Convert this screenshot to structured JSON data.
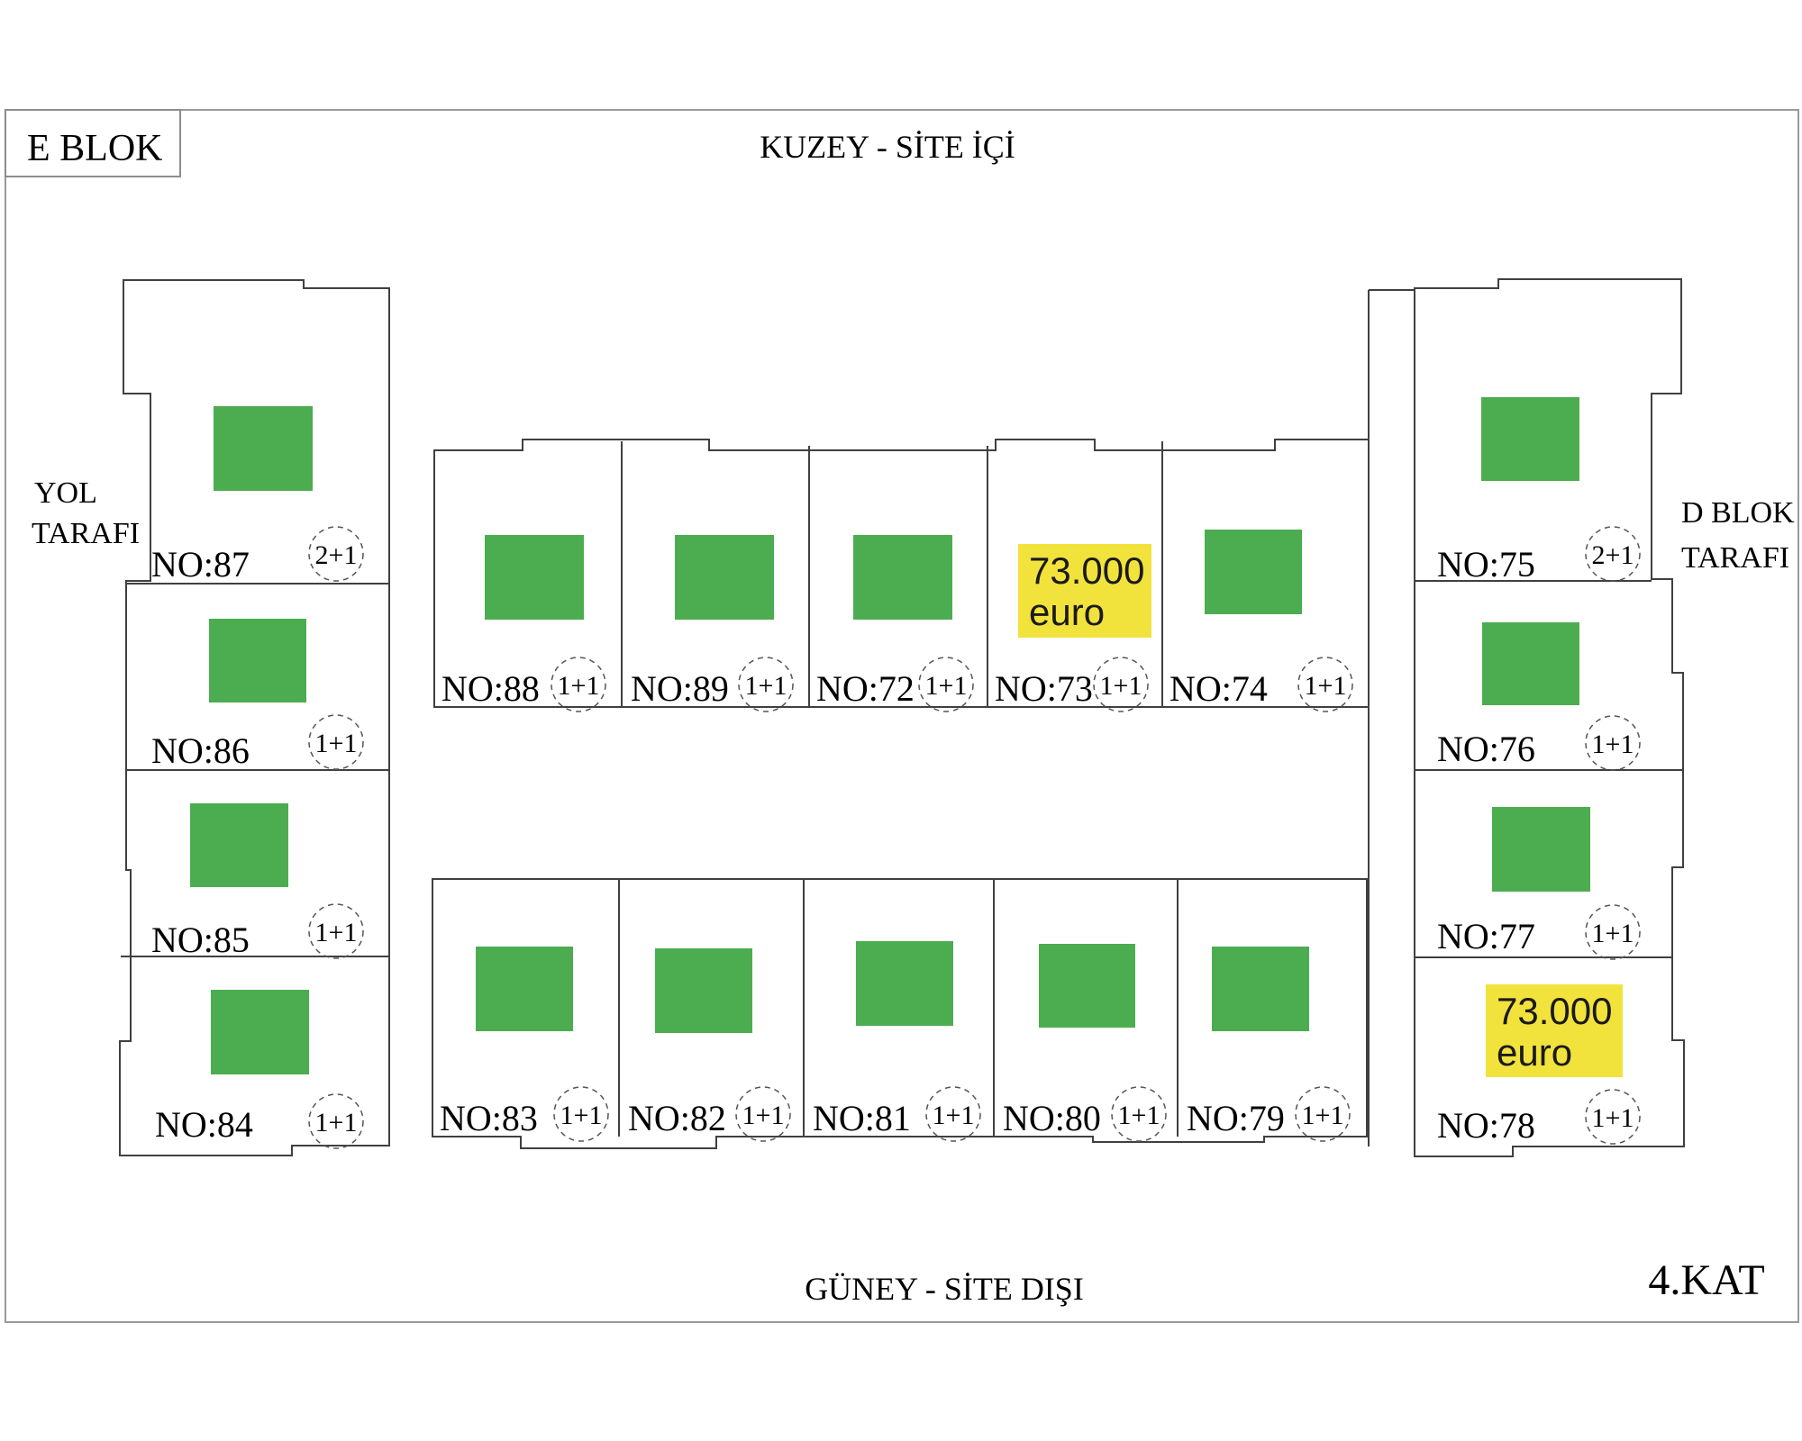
{
  "plan": {
    "block_title": "E BLOK",
    "floor_label": "4.KAT",
    "orientation": {
      "top": "KUZEY - SİTE İÇİ",
      "bottom": "GÜNEY - SİTE DIŞI",
      "left_line1": "YOL",
      "left_line2": "TARAFI",
      "right_line1": "D BLOK",
      "right_line2": "TARAFI"
    },
    "colors": {
      "available_green": "#4BAD4F",
      "price_yellow": "#F2E23C",
      "wall": "#404040",
      "outer_border": "#9A9A9A"
    }
  },
  "units": [
    {
      "label": "NO:87",
      "type": "2+1",
      "status": "available"
    },
    {
      "label": "NO:86",
      "type": "1+1",
      "status": "available"
    },
    {
      "label": "NO:85",
      "type": "1+1",
      "status": "available"
    },
    {
      "label": "NO:84",
      "type": "1+1",
      "status": "available"
    },
    {
      "label": "NO:88",
      "type": "1+1",
      "status": "available"
    },
    {
      "label": "NO:89",
      "type": "1+1",
      "status": "available"
    },
    {
      "label": "NO:72",
      "type": "1+1",
      "status": "available"
    },
    {
      "label": "NO:73",
      "type": "1+1",
      "status": "priced",
      "price_line1": "73.000",
      "price_line2": "euro"
    },
    {
      "label": "NO:74",
      "type": "1+1",
      "status": "available"
    },
    {
      "label": "NO:83",
      "type": "1+1",
      "status": "available"
    },
    {
      "label": "NO:82",
      "type": "1+1",
      "status": "available"
    },
    {
      "label": "NO:81",
      "type": "1+1",
      "status": "available"
    },
    {
      "label": "NO:80",
      "type": "1+1",
      "status": "available"
    },
    {
      "label": "NO:79",
      "type": "1+1",
      "status": "available"
    },
    {
      "label": "NO:75",
      "type": "2+1",
      "status": "available"
    },
    {
      "label": "NO:76",
      "type": "1+1",
      "status": "available"
    },
    {
      "label": "NO:77",
      "type": "1+1",
      "status": "available"
    },
    {
      "label": "NO:78",
      "type": "1+1",
      "status": "priced",
      "price_line1": "73.000",
      "price_line2": "euro"
    }
  ]
}
